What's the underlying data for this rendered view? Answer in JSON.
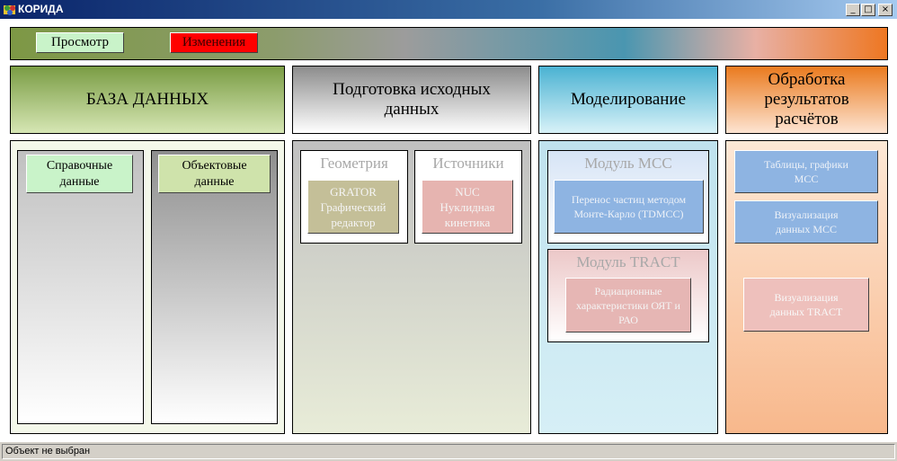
{
  "window": {
    "title": "КОРИДА",
    "controls": {
      "minimize": "_",
      "maximize": "□",
      "close": "×"
    }
  },
  "toolbar": {
    "view_label": "Просмотр",
    "edit_label": "Изменения"
  },
  "sections": {
    "database": {
      "title": "БАЗА ДАННЫХ",
      "reference_button": "Справочные данные",
      "object_button": "Объектовые данные"
    },
    "preparation": {
      "title": "Подготовка исходных данных",
      "geometry": {
        "title": "Геометрия",
        "button": "GRATOR Графический редактор"
      },
      "sources": {
        "title": "Источники",
        "button": "NUC Нуклидная кинетика"
      }
    },
    "modeling": {
      "title": "Моделирование",
      "mcc": {
        "title": "Модуль МСС",
        "button": "Перенос частиц методом Монте-Карло (TDMCC)"
      },
      "tract": {
        "title": "Модуль TRACT",
        "button": "Радиационные характеристики ОЯТ и РАО"
      }
    },
    "results": {
      "title": "Обработка результатов расчётов",
      "tables_button": "Таблицы, графики МСС",
      "viz_mcc_button": "Визуализация данных МСС",
      "viz_tract_button": "Визуализация данных TRACT"
    }
  },
  "status": {
    "text": "Объект не выбран"
  },
  "colors": {
    "titlebar": "#0a246a",
    "view_button": "#c9f3c9",
    "edit_button": "#ff0000",
    "database": "#7a9c44",
    "modeling": "#4ab2d2",
    "results": "#ea7a1e"
  },
  "icons": {
    "app": "colorful-app-icon"
  }
}
